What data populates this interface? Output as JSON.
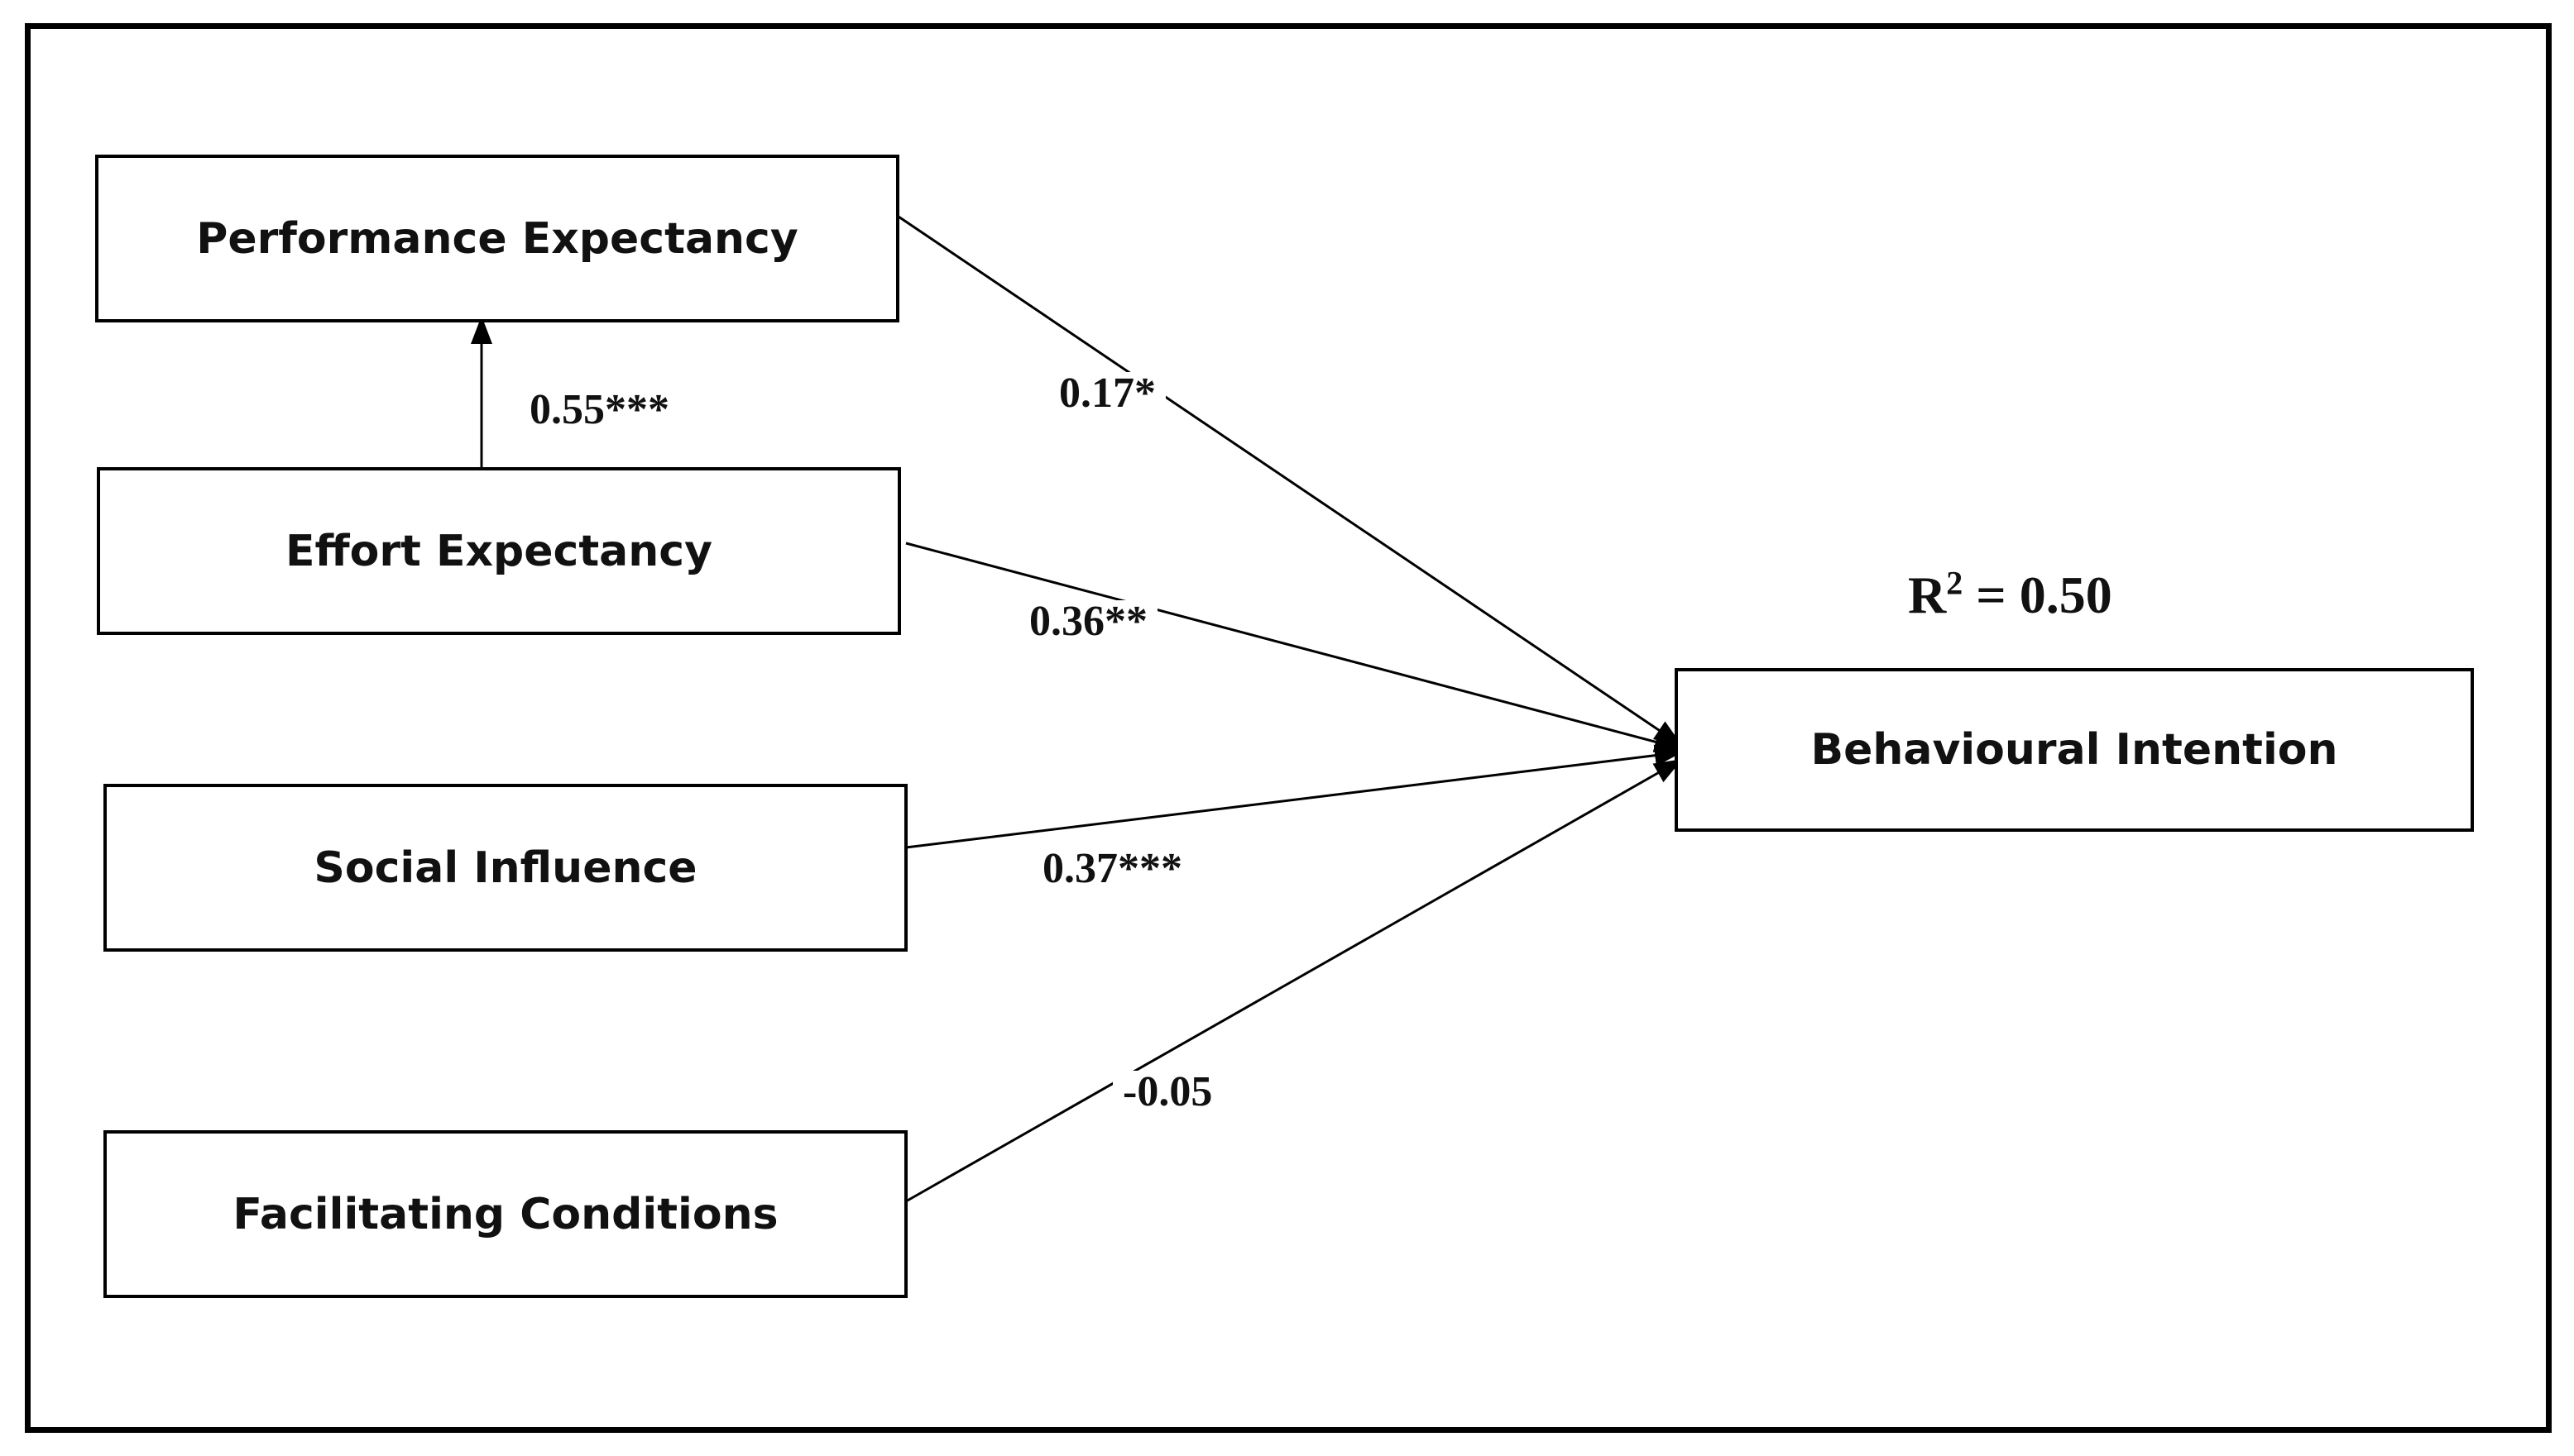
{
  "nodes": {
    "performance_expectancy": "Performance Expectancy",
    "effort_expectancy": "Effort Expectancy",
    "social_influence": "Social Influence",
    "facilitating_conditions": "Facilitating Conditions",
    "behavioural_intention": "Behavioural Intention"
  },
  "paths": {
    "ee_to_pe": "0.55***",
    "pe_to_bi": "0.17*",
    "ee_to_bi": "0.36**",
    "si_to_bi": "0.37***",
    "fc_to_bi": "-0.05"
  },
  "r_squared": {
    "prefix": "R",
    "superscript": "2",
    "value": " = 0.50"
  },
  "colors": {
    "stroke": "#000000",
    "text": "#111111",
    "background": "#ffffff"
  }
}
